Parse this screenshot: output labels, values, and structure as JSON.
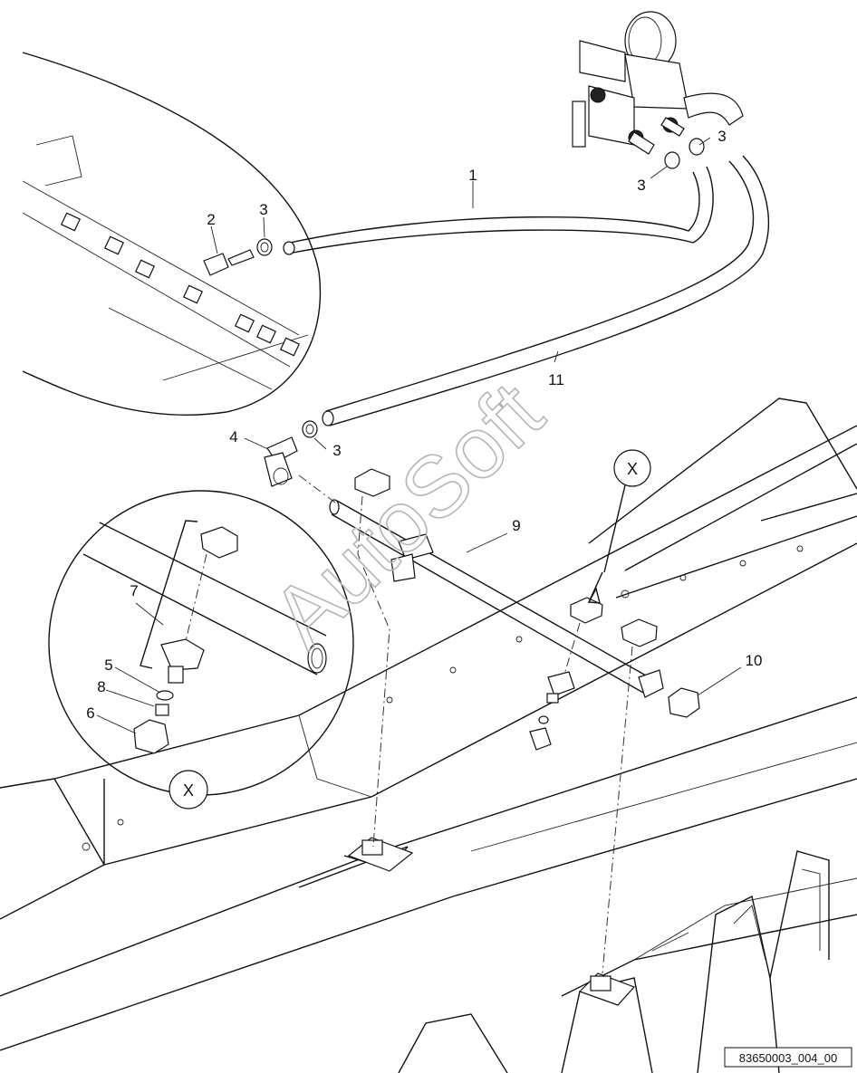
{
  "diagram": {
    "callouts": [
      {
        "id": "c1",
        "text": "1"
      },
      {
        "id": "c2",
        "text": "2"
      },
      {
        "id": "c3a",
        "text": "3"
      },
      {
        "id": "c3b",
        "text": "3"
      },
      {
        "id": "c3c",
        "text": "3"
      },
      {
        "id": "c3d",
        "text": "3"
      },
      {
        "id": "c4",
        "text": "4"
      },
      {
        "id": "c5",
        "text": "5"
      },
      {
        "id": "c6",
        "text": "6"
      },
      {
        "id": "c7",
        "text": "7"
      },
      {
        "id": "c8",
        "text": "8"
      },
      {
        "id": "c9",
        "text": "9"
      },
      {
        "id": "c10",
        "text": "10"
      },
      {
        "id": "c11",
        "text": "11"
      }
    ],
    "detail_ref_top": "X",
    "detail_ref_bottom": "X",
    "watermark": "AutoSoft",
    "figure_code": "83650003_004_00"
  }
}
